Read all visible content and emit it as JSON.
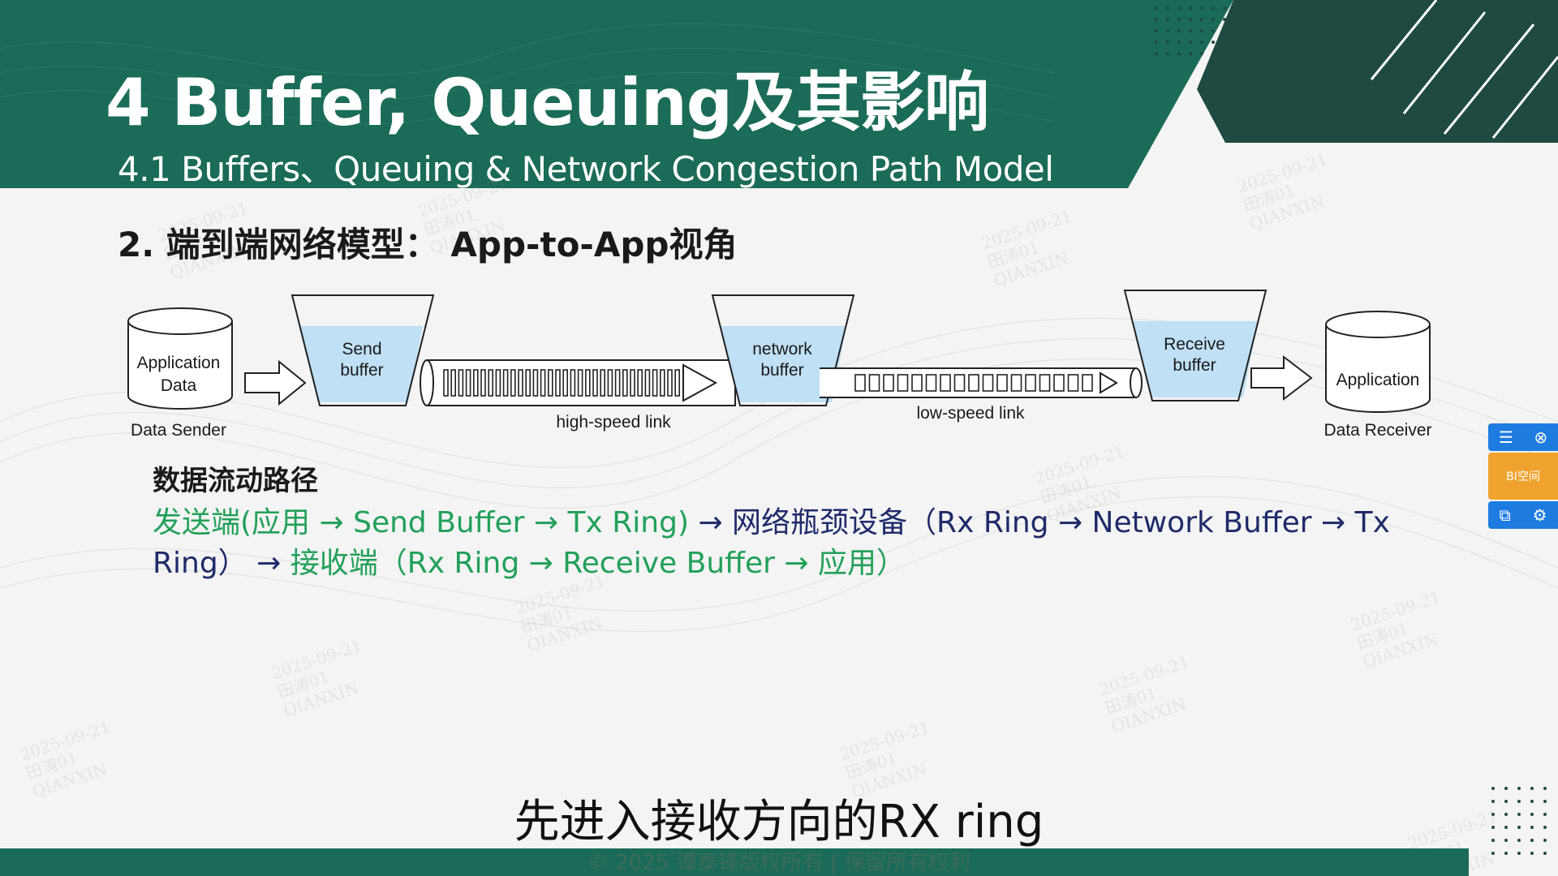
{
  "slide": {
    "title": "4 Buffer, Queuing及其影响",
    "subtitle": "4.1 Buffers、Queuing & Network Congestion Path Model",
    "section_heading": "2. 端到端网络模型： App-to-App视角"
  },
  "diagram": {
    "sender_cylinder": [
      "Application",
      "Data"
    ],
    "sender_label": "Data Sender",
    "send_buffer": [
      "Send",
      "buffer"
    ],
    "high_speed_link": "high-speed link",
    "network_buffer": [
      "network",
      "buffer"
    ],
    "low_speed_link": "low-speed link",
    "receive_buffer": [
      "Receive",
      "buffer"
    ],
    "receiver_cylinder": "Application",
    "receiver_label": "Data Receiver"
  },
  "flow": {
    "heading": "数据流动路径",
    "line1_green": "发送端(应用 → Send Buffer → Tx Ring)",
    "line1_navy": " → 网络瓶颈设备（Rx Ring → Network Buffer → Tx",
    "line2_navy": "Ring） → ",
    "line2_green": "接收端（Rx Ring → Receive Buffer → 应用）"
  },
  "caption": "先进入接收方向的RX ring",
  "footer": {
    "copyright": "© 2025 谭泰锋版权所有 | 保留所有权利"
  },
  "side_panel": {
    "label": "BI空间",
    "icons": [
      "list-icon",
      "close-circle-icon",
      "export-icon",
      "settings-icon"
    ]
  },
  "watermark": {
    "date": "2025-09-21",
    "user": "田涛01",
    "org": "QIANXIN"
  },
  "colors": {
    "header_green": "#1a6b57",
    "dark_corner": "#1f4a42",
    "fill_blue": "#bfe0f5",
    "flow_green": "#22a05a",
    "flow_navy": "#1f2a6b",
    "panel_blue": "#1e7be0",
    "panel_orange": "#f0a22e"
  }
}
